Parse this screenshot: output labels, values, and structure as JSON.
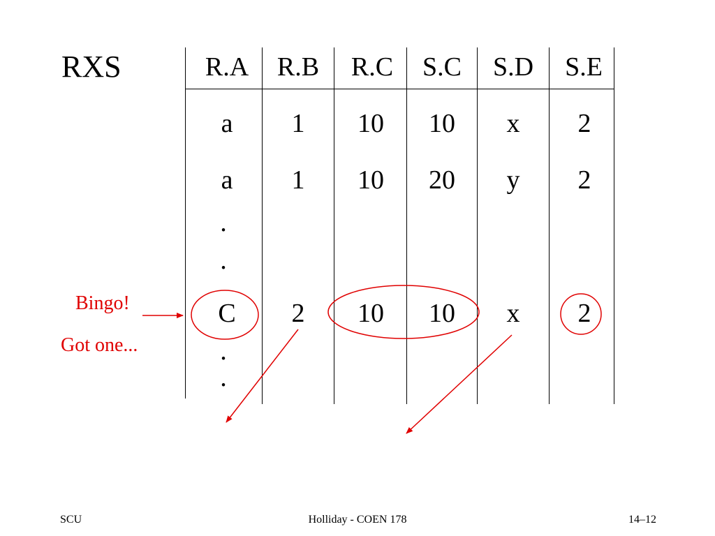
{
  "slide": {
    "title": "RXS",
    "table": {
      "headers": [
        "R.A",
        "R.B",
        "R.C",
        "S.C",
        "S.D",
        "S.E"
      ],
      "rows": [
        [
          "a",
          "1",
          "10",
          "10",
          "x",
          "2"
        ],
        [
          "a",
          "1",
          "10",
          "20",
          "y",
          "2"
        ],
        [
          "C",
          "2",
          "10",
          "10",
          "x",
          "2"
        ]
      ],
      "ellipsis": "."
    },
    "annotations": {
      "bingo": "Bingo!",
      "got_one": "Got one...",
      "color": "#e00000"
    },
    "footer": {
      "left": "SCU",
      "center": "Holliday - COEN 178",
      "right": "14–12"
    }
  }
}
